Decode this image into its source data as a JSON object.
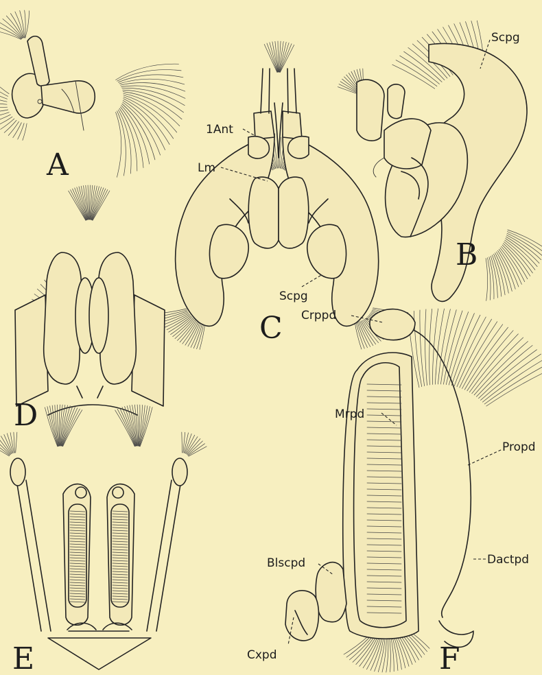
{
  "panels": {
    "A": {
      "letter": "A"
    },
    "B": {
      "letter": "B",
      "labels": {
        "scpg": "Scpg"
      }
    },
    "C": {
      "letter": "C",
      "labels": {
        "ant1": "1Ant",
        "lm": "Lm",
        "scpg": "Scpg"
      }
    },
    "D": {
      "letter": "D"
    },
    "E": {
      "letter": "E"
    },
    "F": {
      "letter": "F",
      "labels": {
        "crppd": "Crppd",
        "mrpd": "Mrpd",
        "propd": "Propd",
        "blscpd": "Blscpd",
        "dactpd": "Dactpd",
        "cxpd": "Cxpd"
      }
    }
  }
}
